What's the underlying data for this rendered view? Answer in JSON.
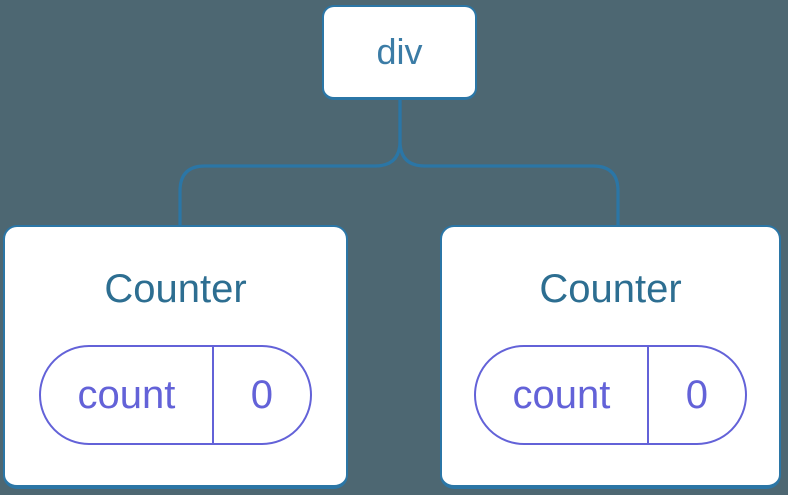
{
  "diagram": {
    "description": "component tree",
    "root": {
      "label": "div"
    },
    "children": [
      {
        "title": "Counter",
        "state": {
          "key": "count",
          "value": "0"
        }
      },
      {
        "title": "Counter",
        "state": {
          "key": "count",
          "value": "0"
        }
      }
    ]
  },
  "colors": {
    "background": "#4D6772",
    "card_background": "#FFFFFF",
    "tree_line": "#2B76A6",
    "root_label_text": "#3B7CA6",
    "component_title_text": "#2D6E91",
    "state_accent": "#6362D8"
  }
}
